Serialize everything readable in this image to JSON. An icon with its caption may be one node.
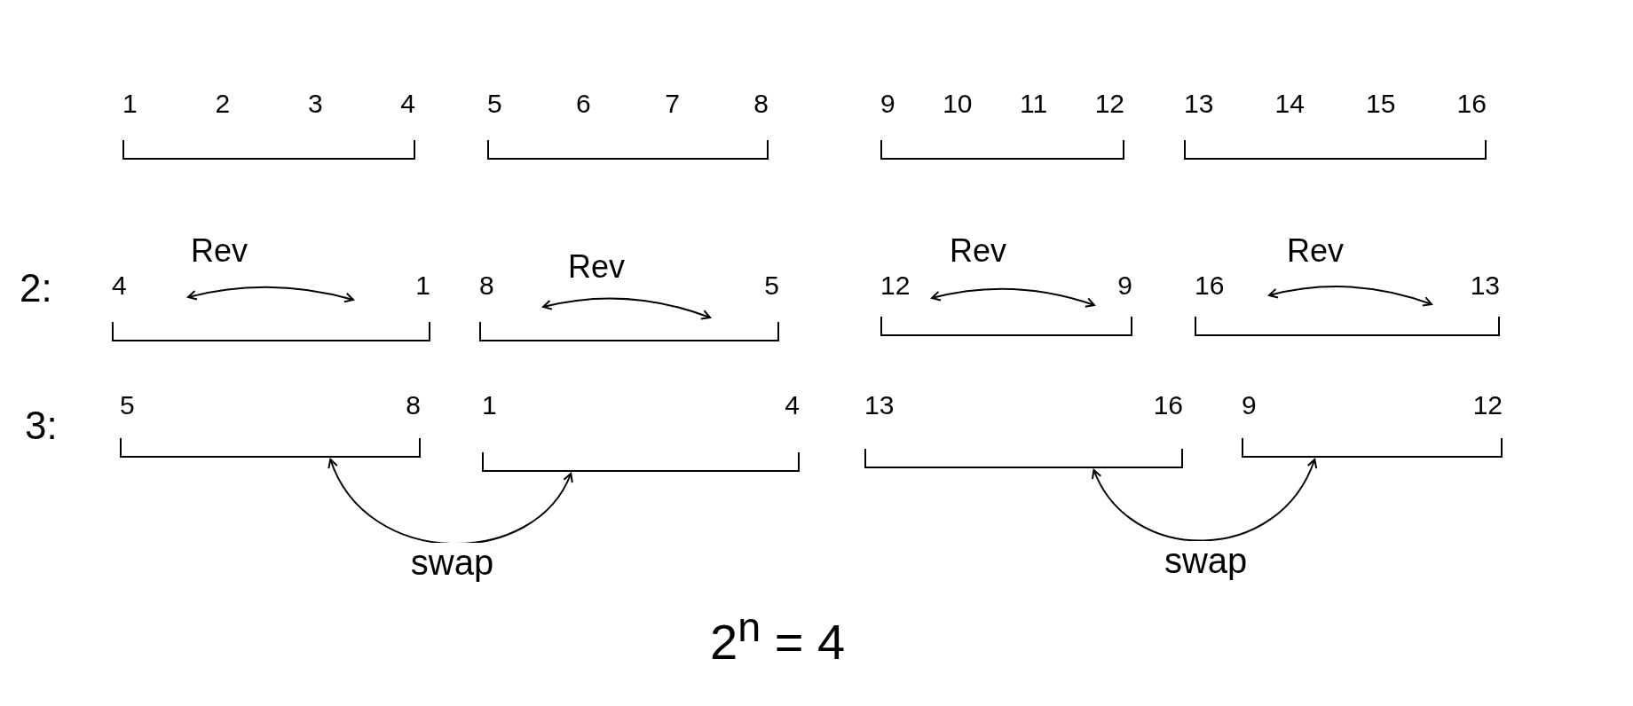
{
  "diagram": {
    "nodes": [
      {
        "text": [
          "1",
          "2",
          "3",
          "4"
        ]
      },
      {
        "text": [
          "5",
          "6",
          "7",
          "8"
        ]
      },
      {
        "text": [
          "9",
          "10",
          "11",
          "12"
        ]
      },
      {
        "text": [
          "13",
          "14",
          "15",
          "16"
        ]
      },
      {
        "text": [
          "4",
          "1"
        ]
      },
      {
        "text": [
          "8",
          "5"
        ]
      },
      {
        "text": [
          "12",
          "9"
        ]
      },
      {
        "text": [
          "16",
          "13"
        ]
      },
      {
        "text": [
          "5",
          "8"
        ]
      },
      {
        "text": [
          "1",
          "4"
        ]
      },
      {
        "text": [
          "13",
          "16"
        ]
      },
      {
        "text": [
          "9",
          "12"
        ]
      }
    ],
    "edges": [
      {
        "from": 8,
        "to": 9,
        "arrow": "both",
        "label": "swap"
      },
      {
        "from": 10,
        "to": 11,
        "arrow": "both",
        "label": "swap"
      }
    ],
    "labels": [
      "Rev",
      "Rev",
      "Rev",
      "Rev",
      "2:",
      "3:",
      "2$^{n}$ = 4"
    ]
  }
}
